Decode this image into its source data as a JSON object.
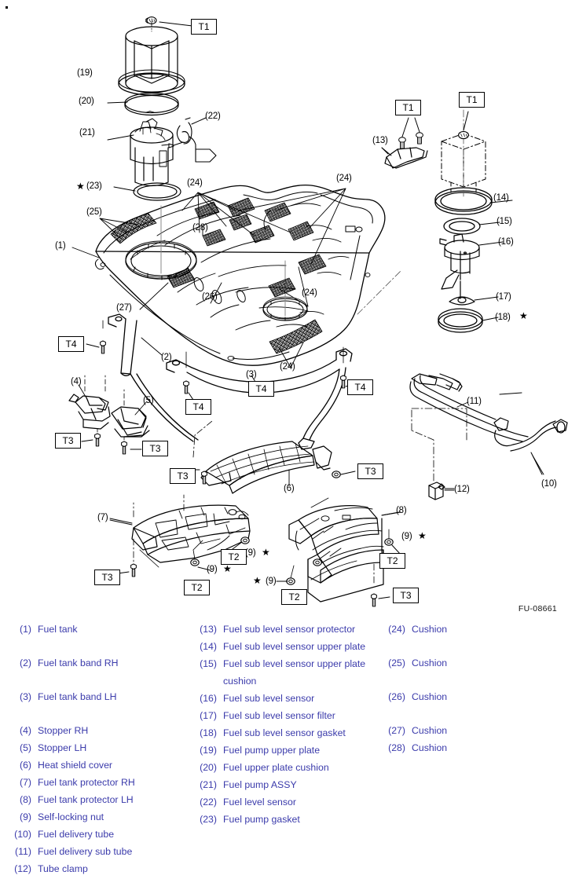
{
  "figure": {
    "id": "FU-08661",
    "title": "Fuel tank exploded view"
  },
  "torque_tags": [
    {
      "id": "t1-a",
      "label": "T1"
    },
    {
      "id": "t1-b",
      "label": "T1"
    },
    {
      "id": "t1-c",
      "label": "T1"
    },
    {
      "id": "t2-a",
      "label": "T2"
    },
    {
      "id": "t2-b",
      "label": "T2"
    },
    {
      "id": "t2-c",
      "label": "T2"
    },
    {
      "id": "t2-d",
      "label": "T2"
    },
    {
      "id": "t3-a",
      "label": "T3"
    },
    {
      "id": "t3-b",
      "label": "T3"
    },
    {
      "id": "t3-c",
      "label": "T3"
    },
    {
      "id": "t3-d",
      "label": "T3"
    },
    {
      "id": "t3-e",
      "label": "T3"
    },
    {
      "id": "t3-f",
      "label": "T3"
    },
    {
      "id": "t4-a",
      "label": "T4"
    },
    {
      "id": "t4-b",
      "label": "T4"
    },
    {
      "id": "t4-c",
      "label": "T4"
    },
    {
      "id": "t4-d",
      "label": "T4"
    }
  ],
  "callouts": [
    {
      "id": "c19",
      "text": "(19)"
    },
    {
      "id": "c20",
      "text": "(20)"
    },
    {
      "id": "c21",
      "text": "(21)"
    },
    {
      "id": "c22",
      "text": "(22)"
    },
    {
      "id": "c23",
      "text": "(23)",
      "star": true
    },
    {
      "id": "c25",
      "text": "(25)"
    },
    {
      "id": "c1",
      "text": "(1)"
    },
    {
      "id": "c24a",
      "text": "(24)"
    },
    {
      "id": "c24b",
      "text": "(24)"
    },
    {
      "id": "c24c",
      "text": "(24)"
    },
    {
      "id": "c24d",
      "text": "(24)"
    },
    {
      "id": "c28",
      "text": "(28)"
    },
    {
      "id": "c26",
      "text": "(26)"
    },
    {
      "id": "c27",
      "text": "(27)"
    },
    {
      "id": "c2",
      "text": "(2)"
    },
    {
      "id": "c3",
      "text": "(3)"
    },
    {
      "id": "c13",
      "text": "(13)"
    },
    {
      "id": "c14",
      "text": "(14)"
    },
    {
      "id": "c15",
      "text": "(15)"
    },
    {
      "id": "c16",
      "text": "(16)"
    },
    {
      "id": "c17",
      "text": "(17)"
    },
    {
      "id": "c18",
      "text": "(18)",
      "star": true
    },
    {
      "id": "c4",
      "text": "(4)"
    },
    {
      "id": "c5",
      "text": "(5)"
    },
    {
      "id": "c6",
      "text": "(6)"
    },
    {
      "id": "c7",
      "text": "(7)"
    },
    {
      "id": "c8",
      "text": "(8)"
    },
    {
      "id": "c9a",
      "text": "(9)",
      "star": true
    },
    {
      "id": "c9b",
      "text": "(9)",
      "star": true
    },
    {
      "id": "c9c",
      "text": "(9)",
      "star": true
    },
    {
      "id": "c9d",
      "text": "(9)",
      "star": true
    },
    {
      "id": "c10",
      "text": "(10)"
    },
    {
      "id": "c11",
      "text": "(11)"
    },
    {
      "id": "c12",
      "text": "(12)"
    }
  ],
  "legend": {
    "text_color": "#3b3bab",
    "column1": [
      {
        "num": "(1)",
        "label": "Fuel tank"
      },
      {
        "num": "(2)",
        "label": "Fuel tank band RH"
      },
      {
        "num": "(3)",
        "label": "Fuel tank band LH"
      },
      {
        "num": "(4)",
        "label": "Stopper RH"
      },
      {
        "num": "(5)",
        "label": "Stopper LH"
      },
      {
        "num": "(6)",
        "label": "Heat shield cover"
      },
      {
        "num": "(7)",
        "label": "Fuel tank protector RH"
      },
      {
        "num": "(8)",
        "label": "Fuel tank protector LH"
      },
      {
        "num": "(9)",
        "label": "Self-locking nut"
      },
      {
        "num": "(10)",
        "label": "Fuel delivery tube"
      },
      {
        "num": "(11)",
        "label": "Fuel delivery sub tube"
      },
      {
        "num": "(12)",
        "label": "Tube clamp"
      }
    ],
    "column2": [
      {
        "num": "(13)",
        "label": "Fuel sub level sensor protector"
      },
      {
        "num": "(14)",
        "label": "Fuel sub level sensor upper plate"
      },
      {
        "num": "(15)",
        "label": "Fuel sub level sensor upper plate cushion"
      },
      {
        "num": "(16)",
        "label": "Fuel sub level sensor"
      },
      {
        "num": "(17)",
        "label": "Fuel sub level sensor filter"
      },
      {
        "num": "(18)",
        "label": "Fuel sub level sensor gasket"
      },
      {
        "num": "(19)",
        "label": "Fuel pump upper plate"
      },
      {
        "num": "(20)",
        "label": "Fuel upper plate cushion"
      },
      {
        "num": "(21)",
        "label": "Fuel pump ASSY"
      },
      {
        "num": "(22)",
        "label": "Fuel level sensor"
      },
      {
        "num": "(23)",
        "label": "Fuel pump gasket"
      }
    ],
    "column3": [
      {
        "num": "(24)",
        "label": "Cushion"
      },
      {
        "num": "(25)",
        "label": "Cushion"
      },
      {
        "num": "(26)",
        "label": "Cushion"
      },
      {
        "num": "(27)",
        "label": "Cushion"
      },
      {
        "num": "(28)",
        "label": "Cushion"
      }
    ]
  }
}
